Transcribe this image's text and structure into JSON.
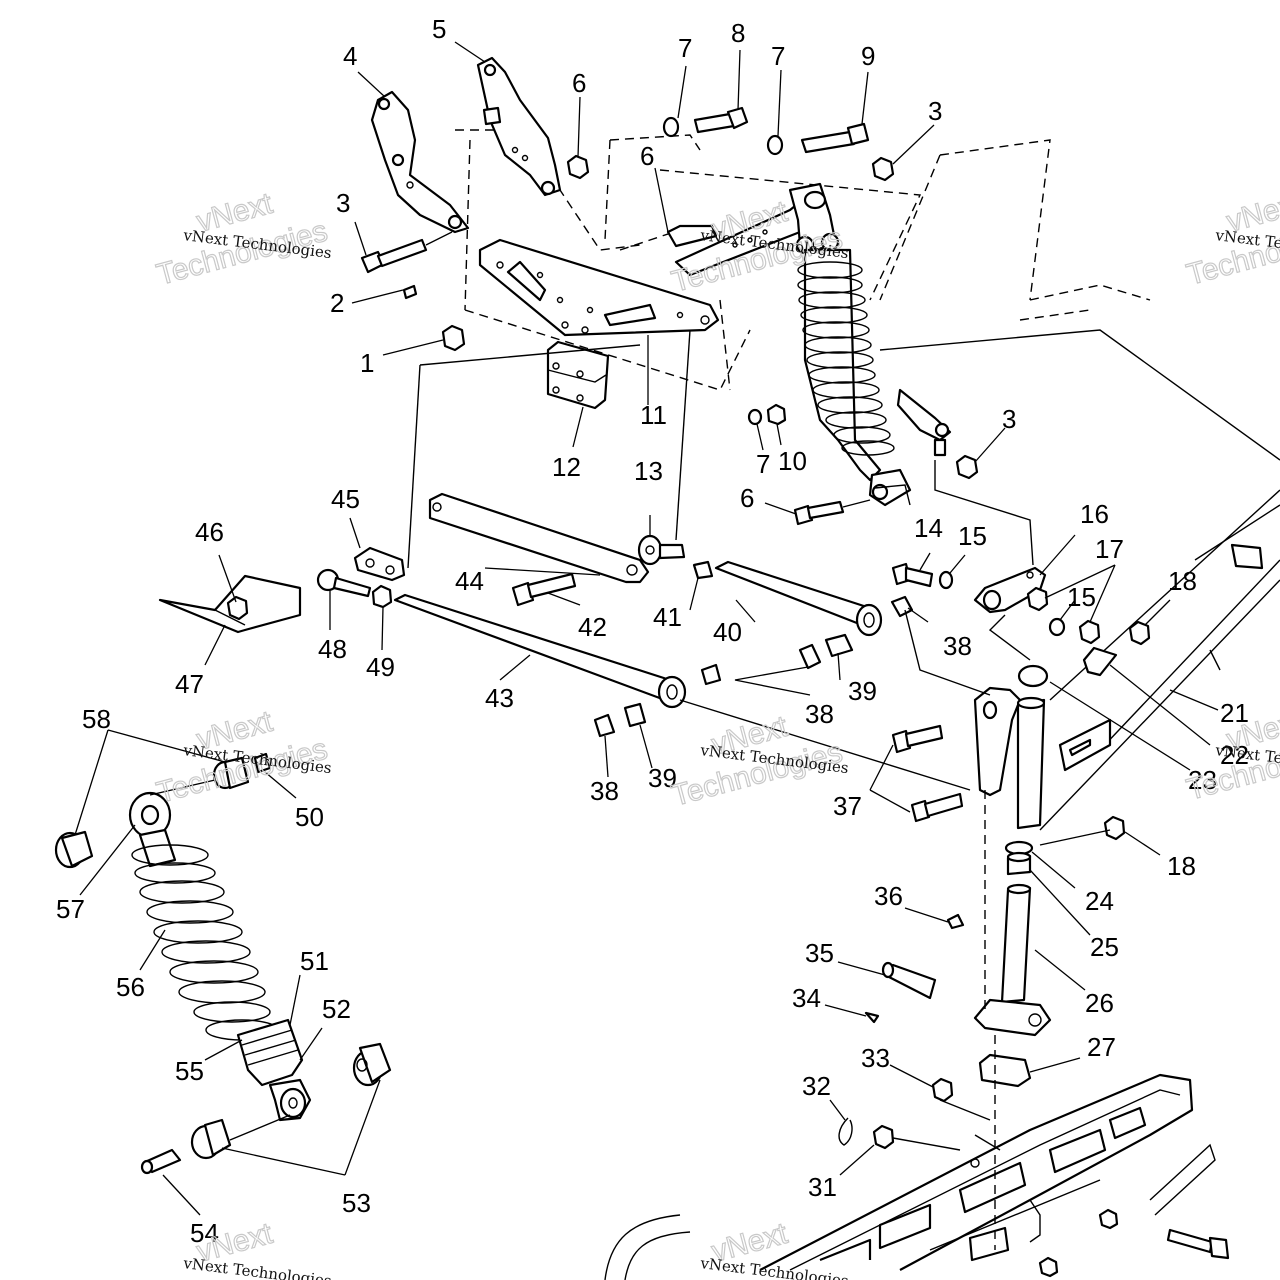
{
  "watermark": {
    "small": "vNext Technologies",
    "big": "Technologies",
    "big_top": "vNext"
  },
  "callouts": {
    "c1": "1",
    "c2": "2",
    "c3a": "3",
    "c3b": "3",
    "c3c": "3",
    "c4": "4",
    "c5": "5",
    "c6a": "6",
    "c6b": "6",
    "c6c": "6",
    "c7a": "7",
    "c7b": "7",
    "c7c": "7",
    "c8": "8",
    "c9": "9",
    "c10": "10",
    "c11": "11",
    "c12": "12",
    "c13": "13",
    "c14": "14",
    "c15a": "15",
    "c15b": "15",
    "c16": "16",
    "c17": "17",
    "c18a": "18",
    "c18b": "18",
    "c21": "21",
    "c22": "22",
    "c23": "23",
    "c24": "24",
    "c25": "25",
    "c26": "26",
    "c27": "27",
    "c31": "31",
    "c32": "32",
    "c33": "33",
    "c34": "34",
    "c35": "35",
    "c36": "36",
    "c37": "37",
    "c38a": "38",
    "c38b": "38",
    "c38c": "38",
    "c39a": "39",
    "c39b": "39",
    "c40": "40",
    "c41": "41",
    "c42": "42",
    "c43": "43",
    "c44": "44",
    "c45": "45",
    "c46": "46",
    "c47": "47",
    "c48": "48",
    "c49": "49",
    "c50": "50",
    "c51": "51",
    "c52": "52",
    "c53": "53",
    "c54": "54",
    "c55": "55",
    "c56": "56",
    "c57": "57",
    "c58": "58"
  }
}
